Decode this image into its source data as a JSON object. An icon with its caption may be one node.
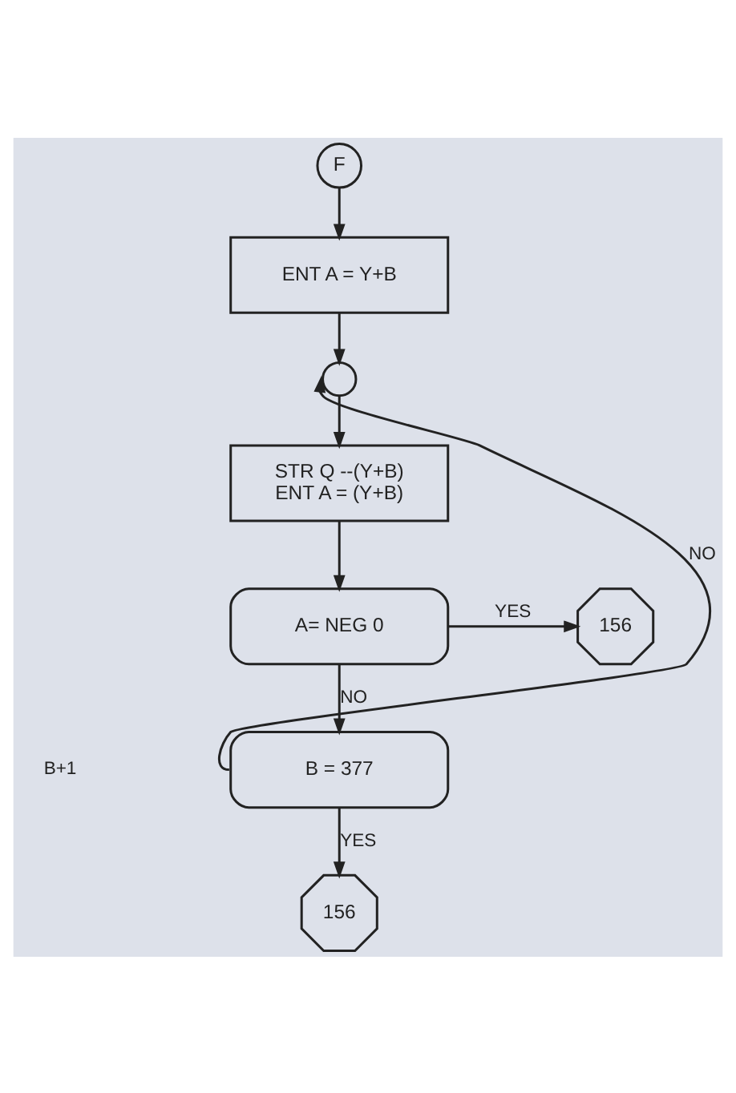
{
  "diagram": {
    "nodes": [
      {
        "text": [
          "F"
        ]
      },
      {
        "text": [
          "ENT A = Y+B"
        ]
      },
      {
        "text": [],
        "shape": "circle"
      },
      {
        "text": [
          "STR Q --(Y+B) ENT A = (Y+B)"
        ]
      },
      {
        "text": [
          "A= NEG 0"
        ]
      },
      {
        "text": [
          "156"
        ]
      },
      {
        "text": [
          "B = 377"
        ]
      },
      {
        "text": [
          "156"
        ]
      }
    ],
    "edges": [
      {
        "from": 0,
        "to": 1,
        "arrow": "to"
      },
      {
        "from": 1,
        "to": 2,
        "arrow": "to"
      },
      {
        "from": 2,
        "to": 3,
        "arrow": "to"
      },
      {
        "from": 3,
        "to": 4,
        "arrow": "to"
      },
      {
        "from": 4,
        "to": 5,
        "label": "YES",
        "arrow": "to"
      },
      {
        "from": 4,
        "to": 6,
        "label": "NO",
        "arrow": "to"
      },
      {
        "from": 6,
        "to": 2,
        "label": "NO",
        "arrow": "to"
      },
      {
        "from": 6,
        "to": 7,
        "label": "YES",
        "arrow": "to"
      }
    ],
    "labels": [
      "B+1"
    ]
  }
}
